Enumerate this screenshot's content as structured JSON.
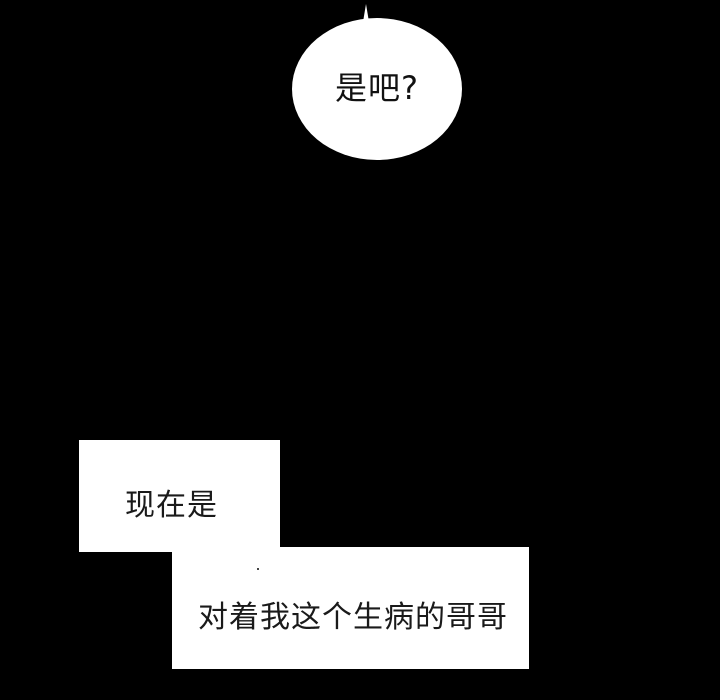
{
  "panel": {
    "background_color": "#000000"
  },
  "speech_bubble": {
    "text": "是吧?",
    "fill_color": "#ffffff",
    "text_color": "#111111"
  },
  "captions": [
    {
      "text": "现在是"
    },
    {
      "text": "对着我这个生病的哥哥"
    }
  ]
}
